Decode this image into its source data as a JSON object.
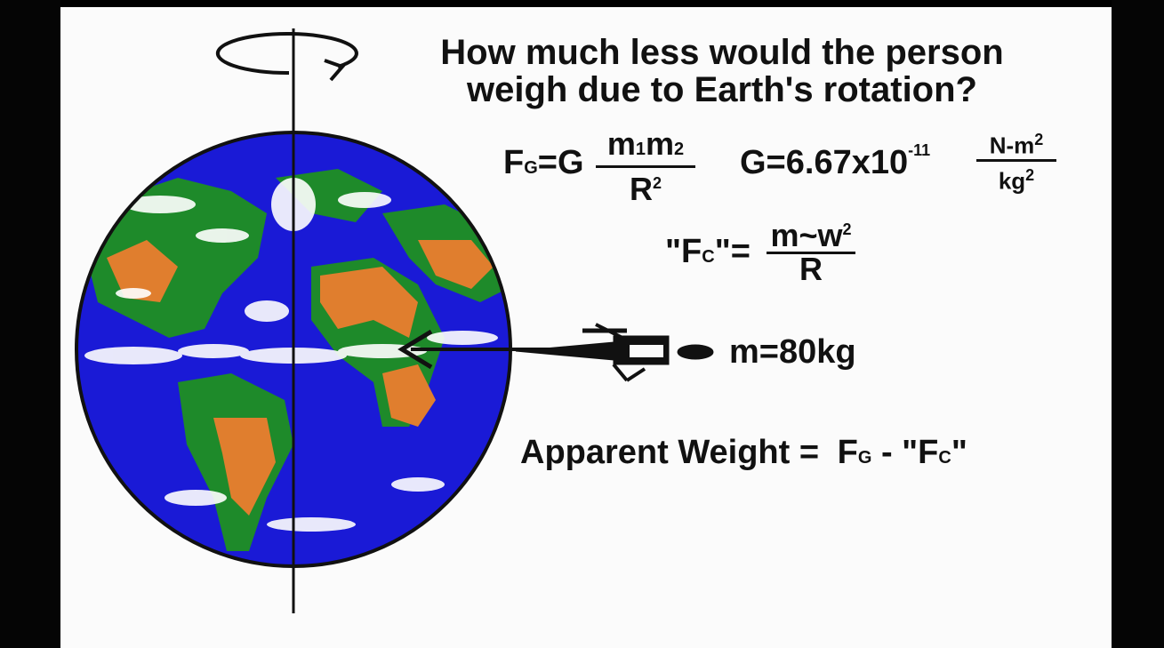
{
  "title": {
    "line1": "How much less would the person",
    "line2": "weigh due to Earth's rotation?"
  },
  "gravity_formula": {
    "lhs_symbol": "F",
    "lhs_subscript": "G",
    "equals": "=G",
    "numerator": "m",
    "numerator_sub1": "1",
    "numerator_m2": "m",
    "numerator_sub2": "2",
    "denominator": "R",
    "denominator_sup": "2"
  },
  "gravitational_constant": {
    "text": "G=6.67x10",
    "exponent": "-11",
    "unit_numerator": "N-m",
    "unit_numerator_sup": "2",
    "unit_denominator": "kg",
    "unit_denominator_sup": "2"
  },
  "centripetal_formula": {
    "lhs": "\"F",
    "lhs_subscript": "C",
    "lhs_end": "\"=",
    "numerator": "m~w",
    "numerator_sup": "2",
    "denominator": "R"
  },
  "mass_label": "m=80kg",
  "apparent_weight": {
    "label": "Apparent Weight =",
    "fg": "F",
    "fg_sub": "G",
    "minus": "- \"F",
    "fc_sub": "C",
    "close_quote": "\""
  },
  "colors": {
    "ocean": "#1a1ad6",
    "land_green": "#1e8a2a",
    "land_orange": "#e07e2e",
    "clouds": "#ffffff",
    "ink": "#111111"
  }
}
